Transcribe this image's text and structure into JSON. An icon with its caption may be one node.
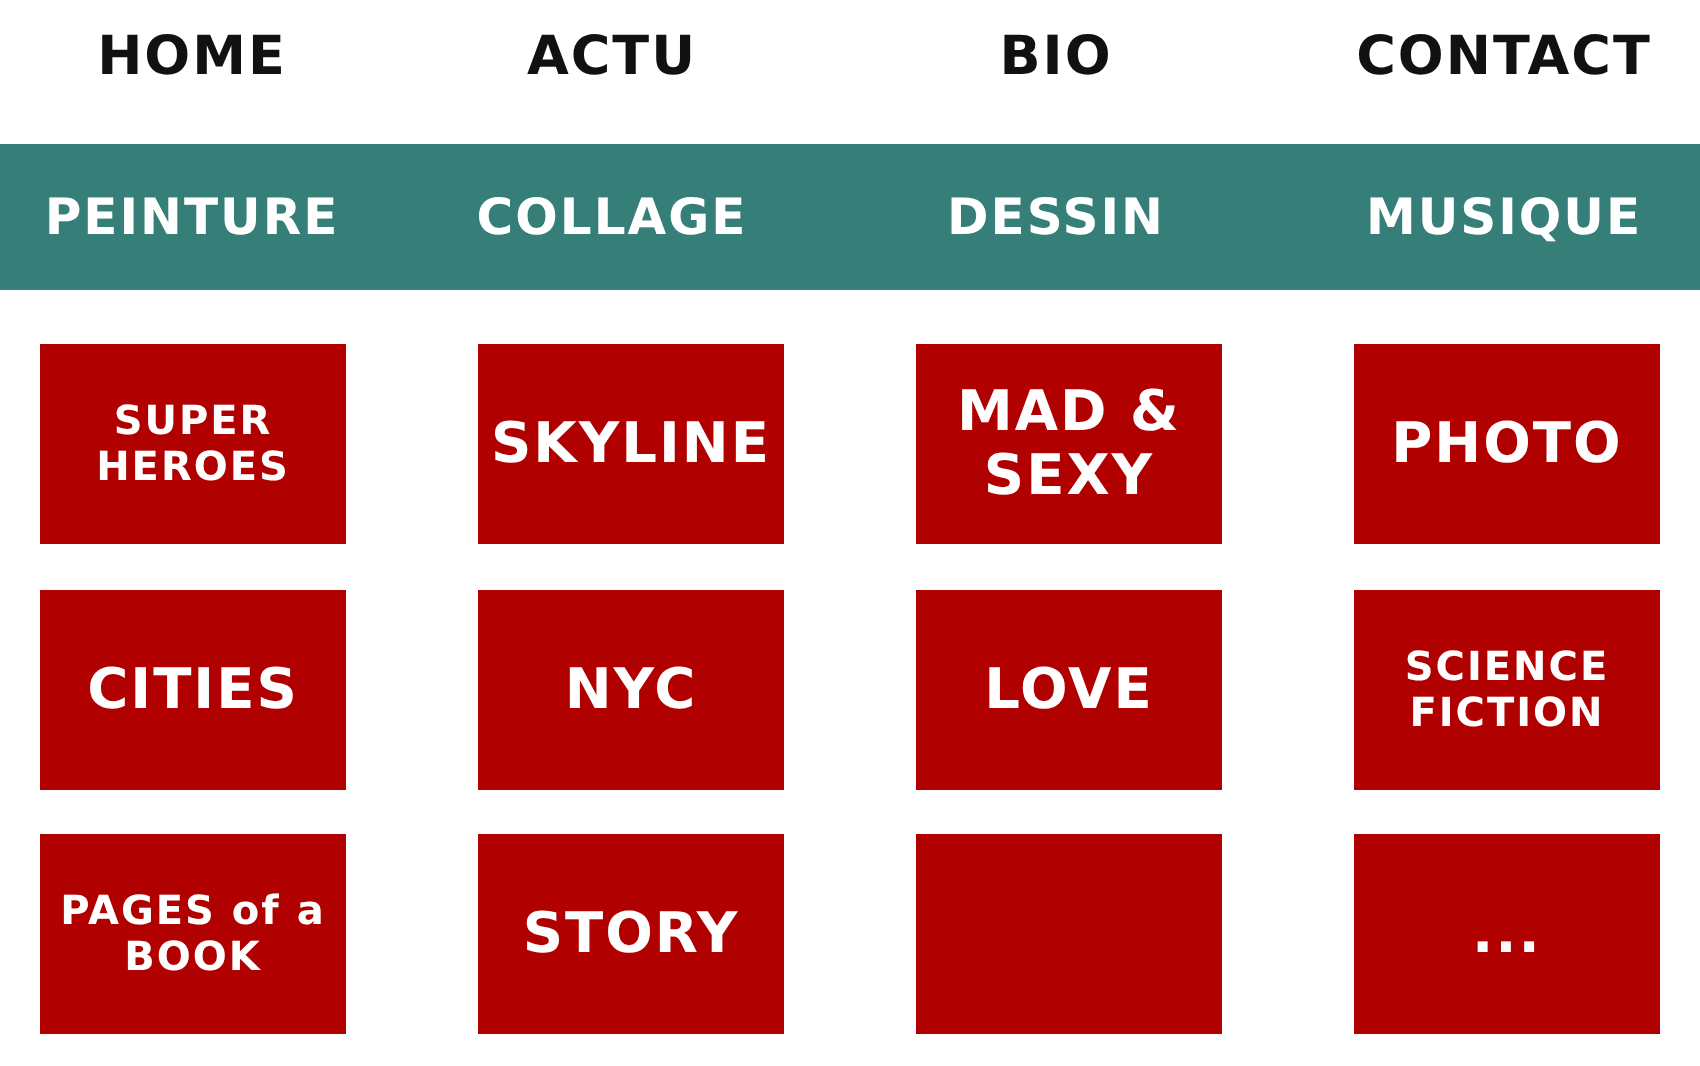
{
  "diagram": {
    "nodes": [
      {
        "text": [
          "PEINTURE",
          "COLLAGE",
          "DESSIN",
          "MUSIQUE"
        ]
      },
      {
        "text": [
          "SUPER HEROES"
        ]
      },
      {
        "text": [
          "SKYLINE"
        ]
      },
      {
        "text": [
          "MAD & SEXY"
        ]
      },
      {
        "text": [
          "PHOTO"
        ]
      },
      {
        "text": [
          "CITIES"
        ]
      },
      {
        "text": [
          "NYC"
        ]
      },
      {
        "text": [
          "LOVE"
        ]
      },
      {
        "text": [
          "SCIENCE FICTION"
        ]
      },
      {
        "text": [
          "PAGES of a BOOK"
        ]
      },
      {
        "text": [
          "STORY"
        ]
      },
      {
        "text": [],
        "shape": "box"
      },
      {
        "text": [
          "..."
        ]
      }
    ],
    "labels": [
      "HOME",
      "ACTU",
      "BIO",
      "CONTACT"
    ]
  }
}
